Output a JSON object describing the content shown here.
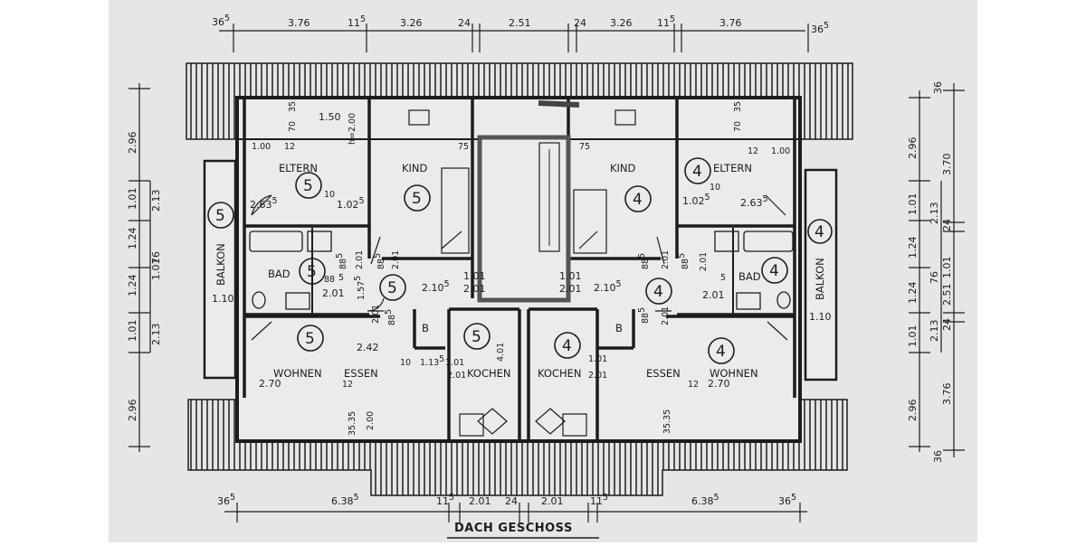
{
  "title": "DACH GESCHOSS",
  "colors": {
    "paper": "#e6e6e4",
    "ink": "#1c1c1c",
    "frame": "#ffffff"
  },
  "top_dims": {
    "left_36": "36",
    "left_36_sup": "5",
    "d1": "3.76",
    "d2": "11",
    "d2_sup": "5",
    "d3": "3.26",
    "d4": "24",
    "d5": "2.51",
    "d6": "24",
    "d7": "3.26",
    "d8": "11",
    "d8_sup": "5",
    "d9": "3.76",
    "right_36": "36",
    "right_36_sup": "5"
  },
  "bottom_dims": {
    "left_36": "36",
    "left_36_sup": "5",
    "d1": "6.38",
    "d1_sup": "5",
    "d2": "11",
    "d2_sup": "5",
    "d3": "2.01",
    "d4": "24",
    "d5": "2.01",
    "d6": "11",
    "d6_sup": "5",
    "d7": "6.38",
    "d7_sup": "5",
    "right_36": "36",
    "right_36_sup": "5"
  },
  "left_dims": {
    "outer": [
      "2.96",
      "1.01",
      "1.24",
      "1.24",
      "1.01",
      "2.96"
    ],
    "inner": [
      "2.13",
      "76",
      "1.01",
      "2.13"
    ]
  },
  "right_dims": {
    "outer": [
      "2.96",
      "1.01",
      "1.24",
      "1.24",
      "1.01",
      "2.96"
    ],
    "inner": [
      "2.13",
      "76",
      "1.01",
      "2.13"
    ],
    "outermost": [
      "36",
      "3.70",
      "24",
      "2.51",
      "24",
      "3.76",
      "36"
    ]
  },
  "rooms": {
    "eltern_l": "ELTERN",
    "kind_l": "KIND",
    "bad_l": "BAD",
    "balkon_l": "BALKON",
    "wohnen_l": "WOHNEN",
    "essen_l": "ESSEN",
    "kochen_l": "KOCHEN",
    "b_l": "B",
    "eltern_r": "ELTERN",
    "kind_r": "KIND",
    "bad_r": "BAD",
    "balkon_r": "BALKON",
    "wohnen_r": "WOHNEN",
    "essen_r": "ESSEN",
    "kochen_r": "KOCHEN",
    "b_r": "B"
  },
  "circles": {
    "c_bal_l": "5",
    "c_eltern_l": "5",
    "c_kind_l": "5",
    "c_bad_l": "5",
    "c_flur_l": "5",
    "c_wohnen_l": "5",
    "c_kochen_l": "5",
    "c_bal_r": "4",
    "c_eltern_r": "4",
    "c_kind_r": "4",
    "c_bad_r": "4",
    "c_flur_r": "4",
    "c_wohnen_r": "4",
    "c_kochen_r": "4"
  },
  "notes_left": {
    "n150": "1.50",
    "n2_00": "h=2.00",
    "n70": "70",
    "n35": "35",
    "n100": "1.00",
    "n12": "12",
    "n263": "2.63",
    "n263_sup": "5",
    "n10": "10",
    "n102": "1.02",
    "n102_sup": "5",
    "n75": "75",
    "n885a": "88",
    "n885a_sup": "5",
    "n201a": "2.01",
    "n885b": "88",
    "n885b_sup": "5",
    "n201b": "2.01",
    "n88": "88",
    "n5": "5",
    "n157": "1.57",
    "n157_sup": "5",
    "n201c": "2.01",
    "n210": "2.10",
    "n210_sup": "5",
    "n101": "1.01",
    "n201d": "2.01",
    "n110": "1.10",
    "n885c": "88",
    "n885c_sup": "5",
    "n201e": "2.01",
    "n242": "2.42",
    "n10b": "10",
    "n113": "1.13",
    "n113_sup": "5",
    "n101b": "1.01",
    "n201f": "2.01",
    "n401": "4.01",
    "n270": "2.70",
    "n12b": "12",
    "n35_35": "35.35",
    "n200": "2.00"
  },
  "notes_right": {
    "n70": "70",
    "n35": "35",
    "n100": "1.00",
    "n12": "12",
    "n75": "75",
    "n10": "10",
    "n102": "1.02",
    "n102_sup": "5",
    "n263": "2.63",
    "n263_sup": "5",
    "n885a": "88",
    "n885a_sup": "5",
    "n201a": "2.01",
    "n885b": "88",
    "n885b_sup": "5",
    "n201b": "2.01",
    "n101": "1.01",
    "n201c": "2.01",
    "n210": "2.10",
    "n210_sup": "5",
    "n885c": "88",
    "n885c_sup": "5",
    "n201d": "2.01",
    "n5": "5",
    "n201e": "2.01",
    "n101b": "1.01",
    "n201f": "2.01",
    "n12b": "12",
    "n270": "2.70",
    "n35_35": "35.35",
    "n110": "1.10"
  }
}
